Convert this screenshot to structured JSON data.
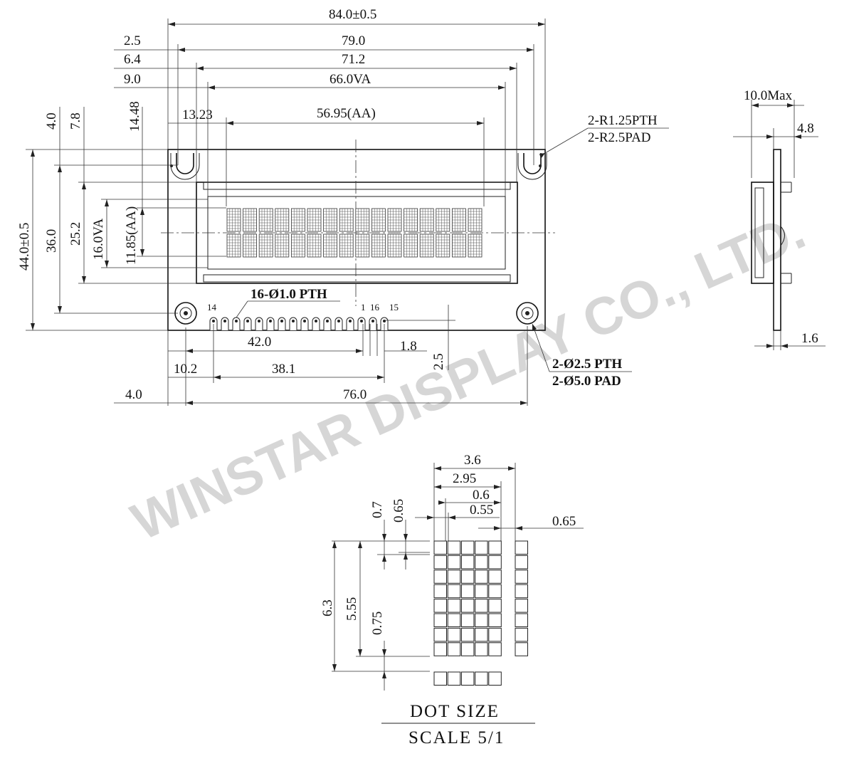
{
  "watermark": "WINSTAR DISPLAY CO., LTD.",
  "front_view": {
    "width_overall": "84.0±0.5",
    "hole_pitch_x": "79.0",
    "bezel_width": "71.2",
    "viewing_area_width": "66.0VA",
    "active_area_width": "56.95(AA)",
    "offset_2_5": "2.5",
    "offset_6_4": "6.4",
    "offset_9_0": "9.0",
    "offset_14_48": "14.48",
    "offset_13_23": "13.23",
    "offset_4_0_v": "4.0",
    "offset_7_8": "7.8",
    "height_overall": "44.0±0.5",
    "hole_pitch_y": "36.0",
    "bezel_height": "25.2",
    "viewing_area_height": "16.0VA",
    "active_area_height": "11.85(AA)",
    "mount_note_1": "2-R1.25PTH",
    "mount_note_2": "2-R2.5PAD",
    "pin_note": "16-Ø1.0 PTH",
    "pin_14": "14",
    "pin_1": "1",
    "pin_16": "16",
    "pin_15": "15",
    "pin_span": "42.0",
    "pin_pitch_gap": "1.8",
    "pin_offset_v": "2.5",
    "hole_note_1": "2-Ø2.5 PTH",
    "hole_note_2": "2-Ø5.0 PAD",
    "dim_10_2": "10.2",
    "dim_38_1": "38.1",
    "dim_4_0_h": "4.0",
    "dim_76_0": "76.0"
  },
  "side_view": {
    "thickness_max": "10.0Max",
    "lcd_depth": "4.8",
    "pcb_thickness": "1.6"
  },
  "dot_detail": {
    "char_width": "3.6",
    "dot_span_width": "2.95",
    "dot_pitch_x": "0.6",
    "dot_width": "0.55",
    "char_gap": "0.65",
    "dot_pitch_y": "0.7",
    "dot_height": "0.65",
    "char_height_total": "6.3",
    "dot_span_height": "5.55",
    "cursor_gap": "0.75",
    "title": "DOT SIZE",
    "scale": "SCALE 5/1"
  }
}
